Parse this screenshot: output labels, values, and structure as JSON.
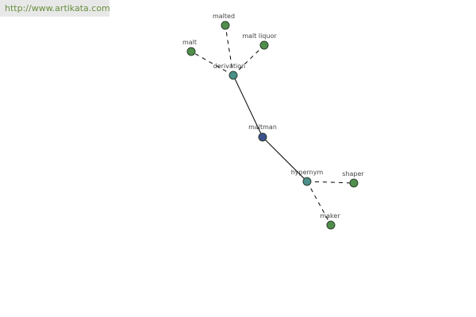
{
  "source_link": {
    "text": "http://www.artikata.com"
  },
  "colors": {
    "center": "#3d4f8f",
    "relation": "#4a8f8a",
    "leaf": "#4f8f4a"
  },
  "graph": {
    "nodes": [
      {
        "id": "maltman",
        "label": "maltman",
        "kind": "center"
      },
      {
        "id": "derivation",
        "label": "derivation",
        "kind": "relation"
      },
      {
        "id": "hypernym",
        "label": "hypernym",
        "kind": "relation"
      },
      {
        "id": "malted",
        "label": "malted",
        "kind": "leaf"
      },
      {
        "id": "malt",
        "label": "malt",
        "kind": "leaf"
      },
      {
        "id": "malt-liquor",
        "label": "malt liquor",
        "kind": "leaf"
      },
      {
        "id": "shaper",
        "label": "shaper",
        "kind": "leaf"
      },
      {
        "id": "maker",
        "label": "maker",
        "kind": "leaf"
      }
    ],
    "edges": [
      {
        "from": "maltman",
        "to": "derivation",
        "style": "solid"
      },
      {
        "from": "maltman",
        "to": "hypernym",
        "style": "solid"
      },
      {
        "from": "derivation",
        "to": "malted",
        "style": "dashed"
      },
      {
        "from": "derivation",
        "to": "malt",
        "style": "dashed"
      },
      {
        "from": "derivation",
        "to": "malt-liquor",
        "style": "dashed"
      },
      {
        "from": "hypernym",
        "to": "shaper",
        "style": "dashed"
      },
      {
        "from": "hypernym",
        "to": "maker",
        "style": "dashed"
      }
    ]
  }
}
